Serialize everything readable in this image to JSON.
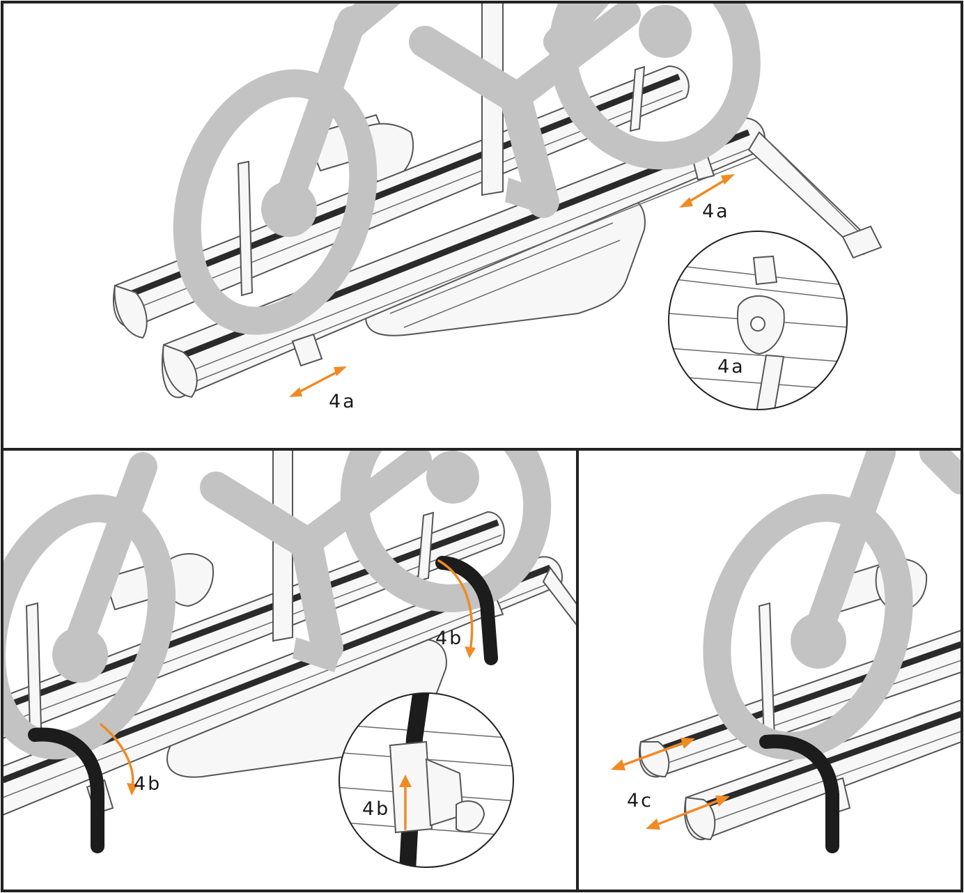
{
  "labels": {
    "top_right_arrow": "4a",
    "top_bottom_arrow": "4a",
    "top_inset": "4a",
    "bl_right_arc": "4b",
    "bl_left_arc": "4b",
    "bl_inset": "4b",
    "br_arrows": "4c"
  },
  "colors": {
    "accent": "#f08a24",
    "bike_overlay": "#c3c3c3",
    "strap": "#1c1c1c",
    "frame": "#222222"
  }
}
